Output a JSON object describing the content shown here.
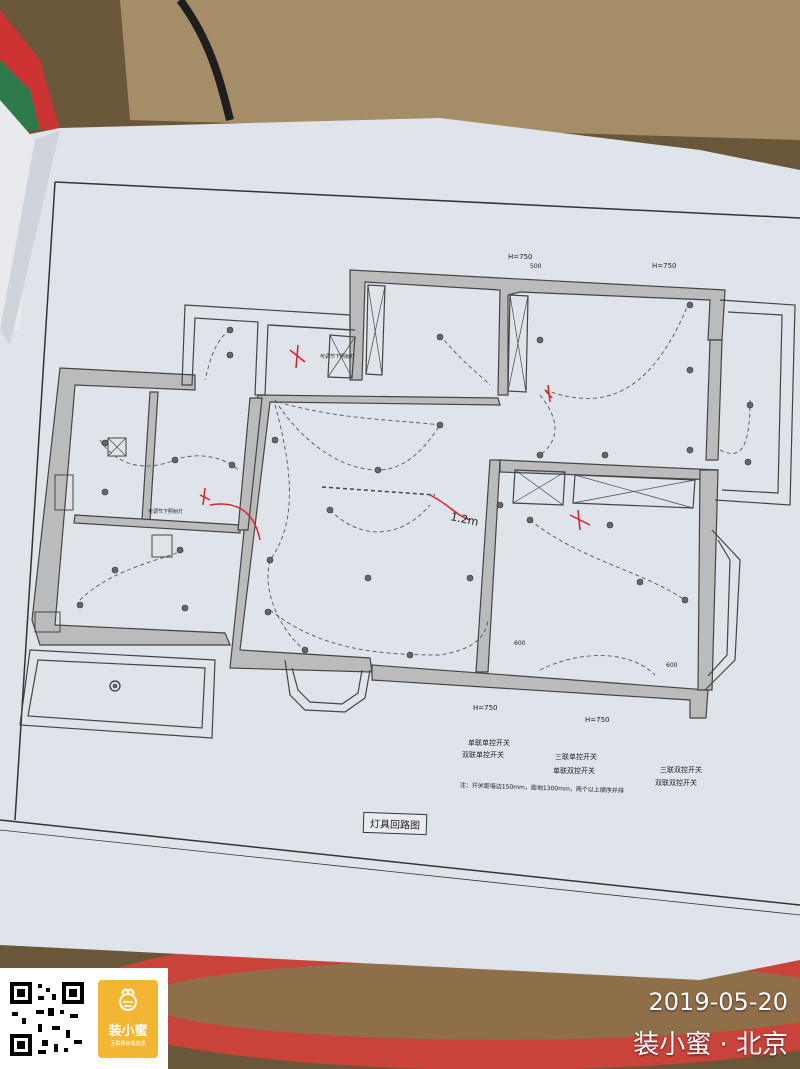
{
  "plan": {
    "height_left": "H=750",
    "height_right_top": "H=750",
    "height_bottom_left": "H=750",
    "height_bottom_right": "H=750",
    "dim_500": "500",
    "dim_600": "600",
    "dim_600b": "600",
    "room_note_1": "可调节下照射灯",
    "room_note_2": "可调节下照射灯",
    "handwritten_height": "1.2m",
    "title": "灯具回路图"
  },
  "legend": {
    "items": [
      "单联单控开关",
      "双联单控开关",
      "三联单控开关",
      "单联双控开关",
      "三联双控开关",
      "双联双控开关"
    ],
    "note": "注：开关距墙边150mm，距地1300mm，两个以上顺序并排"
  },
  "watermark": {
    "date": "2019-05-20",
    "location": "装小蜜 · 北京",
    "brand": "装小蜜",
    "brand_sub": "互联网家装监理",
    "accent": "#f2b632"
  },
  "colors": {
    "paper": "#dfe3ea",
    "wall": "#555555",
    "red_ink": "#d8202a"
  }
}
